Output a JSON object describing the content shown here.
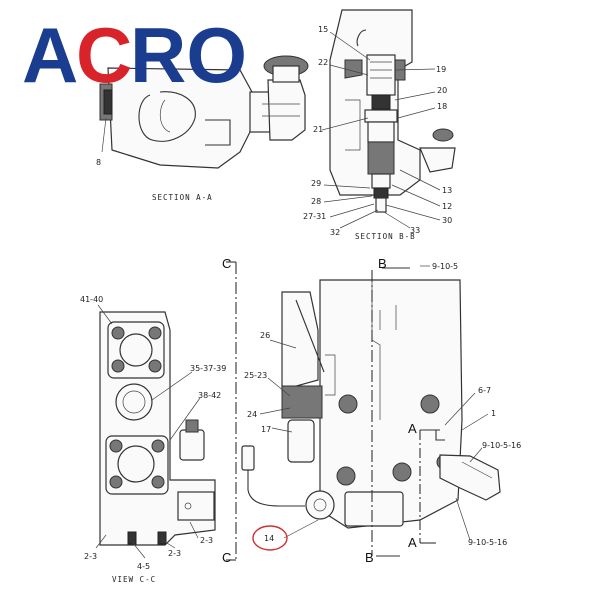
{
  "logo": {
    "text": "ACRO",
    "colors": {
      "blue": "#1a3d8f",
      "red": "#d8232a"
    }
  },
  "sections": {
    "a": "SECTION A-A",
    "b": "SECTION B-B",
    "c": "VIEW C-C"
  },
  "callouts": {
    "c8": "8",
    "c15": "15",
    "c19": "19",
    "c22": "22",
    "c20": "20",
    "c18": "18",
    "c21": "21",
    "c13": "13",
    "c12": "12",
    "c29": "29",
    "c28": "28",
    "c2731": "27-31",
    "c30": "30",
    "c32": "32",
    "c33": "33",
    "c4140": "41-40",
    "c353739": "35-37-39",
    "c3842": "38-42",
    "c26": "26",
    "c2523": "25-23",
    "c24": "24",
    "c17": "17",
    "c14": "14",
    "c9105": "9-10-5",
    "c67": "6-7",
    "c1": "1",
    "c910516a": "9-10-5-16",
    "c910516b": "9-10-5-16",
    "c23a": "2-3",
    "c23b": "2-3",
    "c23c": "2-3",
    "c45": "4-5"
  },
  "cut_markers": {
    "c_top": "C",
    "c_bot": "C",
    "b_top": "B",
    "b_bot": "B",
    "a_top": "A",
    "a_bot": "A"
  },
  "highlight_color": "#d32f2f"
}
